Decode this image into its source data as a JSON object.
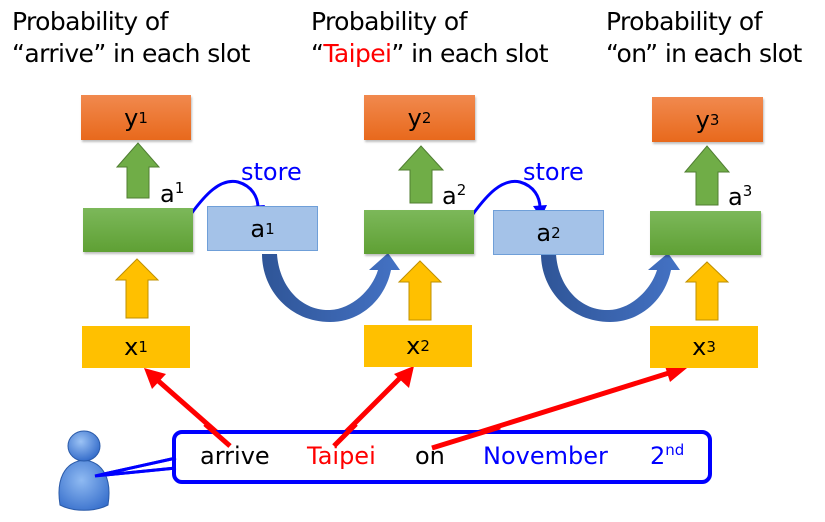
{
  "titles": [
    {
      "line1": "Probability of",
      "quote_open": "“",
      "word": "arrive",
      "quote_close": "”",
      "rest": " in each slot",
      "word_color": "#000000"
    },
    {
      "line1": "Probability of",
      "quote_open": "“",
      "word": "Taipei",
      "quote_close": "”",
      "rest": " in each slot",
      "word_color": "#ff0000"
    },
    {
      "line1": "Probability of",
      "quote_open": "“",
      "word": "on",
      "quote_close": "”",
      "rest": " in each slot",
      "word_color": "#000000"
    }
  ],
  "slots": [
    {
      "output": "y",
      "hidden": "a",
      "input": "x",
      "index": "1"
    },
    {
      "output": "y",
      "hidden": "a",
      "input": "x",
      "index": "2"
    },
    {
      "output": "y",
      "hidden": "a",
      "input": "x",
      "index": "3"
    }
  ],
  "memory": [
    {
      "label": "a",
      "index": "1",
      "store_label": "store"
    },
    {
      "label": "a",
      "index": "2",
      "store_label": "store"
    }
  ],
  "sentence": {
    "words": [
      {
        "text": "arrive",
        "color": "#000000"
      },
      {
        "text": "Taipei",
        "color": "#ff0000"
      },
      {
        "text": "on",
        "color": "#000000"
      },
      {
        "text": "November",
        "color": "#0000ff"
      },
      {
        "text": "2",
        "sup": "nd",
        "color": "#0000ff"
      }
    ]
  },
  "icons": {
    "user": "user-icon"
  },
  "colors": {
    "output": "#ed7d31",
    "hidden": "#70ad47",
    "input": "#ffc000",
    "memory": "#a4c2e8",
    "store_arrow": "#0000ff",
    "feed_arrow": "#4472c4",
    "input_arrow": "#ff0000"
  }
}
